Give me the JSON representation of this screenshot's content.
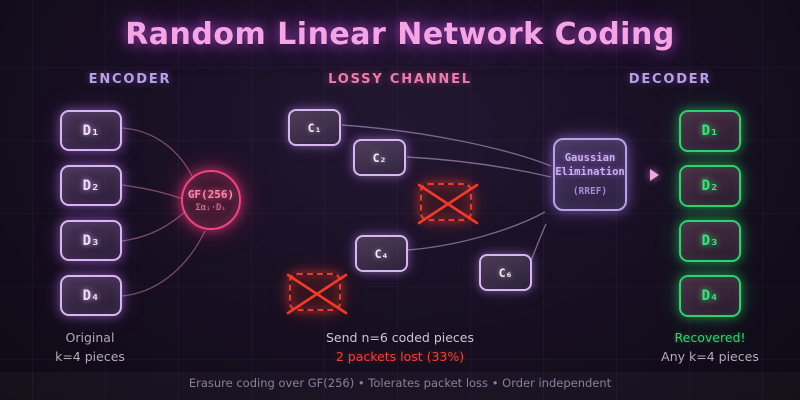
{
  "title": "Random Linear Network Coding",
  "headers": {
    "encoder": "ENCODER",
    "channel": "LOSSY CHANNEL",
    "decoder": "DECODER"
  },
  "encoder": {
    "blocks": [
      "D₁",
      "D₂",
      "D₃",
      "D₄"
    ],
    "gf_circle": {
      "title": "GF(256)",
      "formula": "Σαᵢ·Dᵢ"
    }
  },
  "channel": {
    "received_packets": [
      "C₁",
      "C₂",
      "C₄",
      "C₆"
    ],
    "lost_packet_count": 2
  },
  "decoder": {
    "gaussian": {
      "line1": "Gaussian",
      "line2": "Elimination",
      "sub": "(RREF)"
    },
    "blocks": [
      "D₁",
      "D₂",
      "D₃",
      "D₄"
    ]
  },
  "captions": {
    "encoder": {
      "line1": "Original",
      "line2": "k=4 pieces"
    },
    "channel": {
      "line1": "Send n=6 coded pieces",
      "line2": "2 packets lost (33%)"
    },
    "decoder": {
      "line1": "Recovered!",
      "line2": "Any k=4 pieces"
    }
  },
  "footer": "Erasure coding over GF(256) • Tolerates packet loss • Order independent",
  "colors": {
    "title_pink": "#f4a6e4",
    "section_purple": "#b9a0e6",
    "channel_pink": "#ee7cb0",
    "encoder_border": "#dab5f3",
    "gf_circle_pink": "#f1447f",
    "packet_border": "#d7b7f1",
    "lost_red": "#e63c2c",
    "gaussian_border": "#b7a1e7",
    "decoder_green": "#2dd36f",
    "caption_gray": "#b3aabd",
    "loss_text_red": "#f2402f",
    "footer_gray": "#8a8097"
  }
}
